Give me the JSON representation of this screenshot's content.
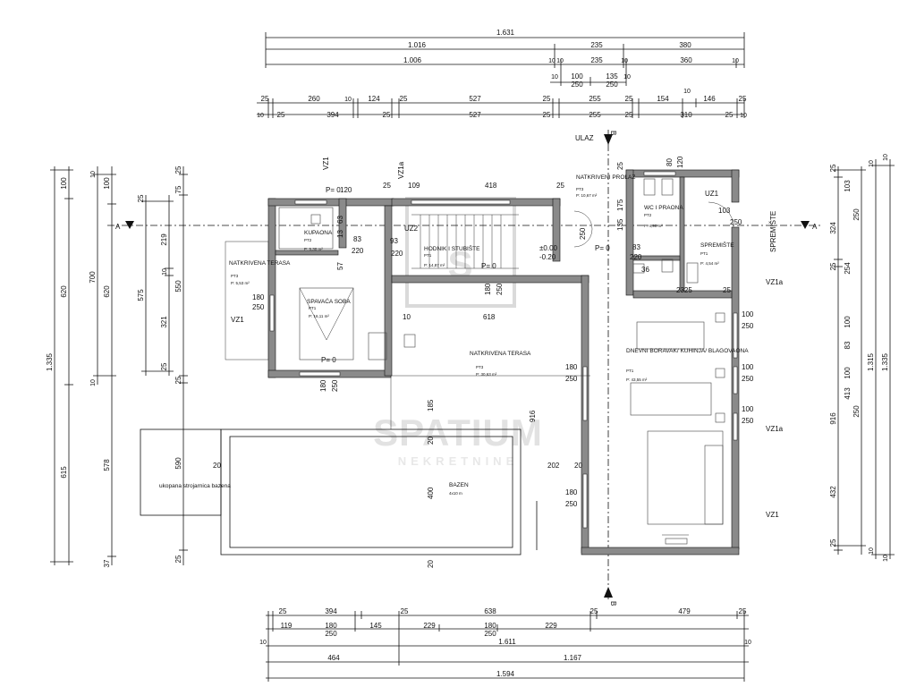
{
  "dimensions_top": {
    "row1": [
      "1.631"
    ],
    "row2": [
      "1.016",
      "235",
      "380"
    ],
    "row3": [
      "1.006",
      "10",
      "10",
      "235",
      "10",
      "360",
      "10"
    ],
    "row4": [
      "10",
      "100",
      "135",
      "10",
      "250",
      "250"
    ],
    "row5": [
      "25",
      "260",
      "10",
      "124",
      "25",
      "527",
      "25",
      "255",
      "25",
      "154",
      "10",
      "146",
      "25"
    ],
    "row6": [
      "10",
      "25",
      "394",
      "25",
      "527",
      "25",
      "255",
      "25",
      "310",
      "25",
      "10"
    ]
  },
  "dimensions_bottom": {
    "row1": [
      "25",
      "394",
      "25",
      "638",
      "25",
      "479",
      "25"
    ],
    "row2": [
      "119",
      "180",
      "145",
      "229",
      "180",
      "229"
    ],
    "row3": [
      "250",
      "250"
    ],
    "row4": [
      "10",
      "1.611",
      "10"
    ],
    "row5": [
      "464",
      "1.167"
    ],
    "row6": [
      "1.594"
    ]
  },
  "dimensions_left": {
    "outer": [
      "1.335"
    ],
    "col2": [
      "100",
      "620",
      "615"
    ],
    "col3": [
      "10",
      "700",
      "10"
    ],
    "col4": [
      "100",
      "620",
      "578",
      "37"
    ],
    "col5": [
      "25",
      "575"
    ],
    "col6": [
      "219",
      "10",
      "321",
      "25"
    ],
    "col7": [
      "25",
      "75",
      "550",
      "25",
      "590",
      "25"
    ]
  },
  "dimensions_right": {
    "col1": [
      "25",
      "324",
      "25",
      "916",
      "432",
      "25"
    ],
    "col2": [
      "103",
      "250",
      "254",
      "100",
      "83",
      "100",
      "413",
      "250"
    ],
    "col3": [
      "10",
      "1.315",
      "10"
    ],
    "col4": [
      "10",
      "1.335",
      "10"
    ]
  },
  "interior_dims": [
    "120",
    "25",
    "109",
    "418",
    "25",
    "83",
    "220",
    "93",
    "220",
    "83",
    "220",
    "80",
    "120",
    "36",
    "103",
    "250",
    "180",
    "250",
    "180",
    "250",
    "180",
    "250",
    "10",
    "618",
    "185",
    "20",
    "916",
    "20",
    "202",
    "20",
    "400",
    "20",
    "180",
    "250",
    "180",
    "250",
    "100",
    "250",
    "100",
    "250",
    "100",
    "250",
    "2325",
    "25",
    "175",
    "135",
    "250",
    "25",
    "63",
    "13",
    "57"
  ],
  "section_marks": {
    "a": "A",
    "b": "B"
  },
  "levels": {
    "entry_zero": "±0.00",
    "entry_down": "-0.20",
    "p0": "P= 0"
  },
  "labels": {
    "ulaz": "ULAZ",
    "spremiste_ext": "SPREMIŠTE",
    "vz1": "VZ1",
    "vz1a": "VZ1a",
    "uz1": "UZ1",
    "uz2": "UZ2"
  },
  "rooms": {
    "kupaona": {
      "name": "KUPAONA",
      "code": "PT2",
      "area": "P: 5,30 m²"
    },
    "spavaca": {
      "name": "SPAVAĆA SOBA",
      "code": "PT1",
      "area": "P: 16,11 m²"
    },
    "terasa_left": {
      "name": "NATKRIVENA TERASA",
      "code": "PT3",
      "area": "P: 5,53 m²"
    },
    "hodnik": {
      "name": "HODNIK I STUBIŠTE",
      "code": "PT1",
      "area": "P: 14,87 m²"
    },
    "prolaz": {
      "name": "NATKRIVENI PROLAZ",
      "code": "PT3",
      "area": "P: 10,67 m²"
    },
    "wc": {
      "name": "WC I PRAONA",
      "code": "PT2",
      "area": "P: 4,90 m²"
    },
    "spremiste": {
      "name": "SPREMIŠTE",
      "code": "PT1",
      "area": "P: 4,54 m²"
    },
    "terasa_center": {
      "name": "NATKRIVENA TERASA",
      "code": "PT3",
      "area": "P: 30,63 m²"
    },
    "dnevni": {
      "name": "DNEVNI BORAVAK/ KUHINJA/ BLAGOVAONA",
      "code": "PT1",
      "area": "P: 43,55 m²"
    },
    "bazen": {
      "name": "BAZEN",
      "size": "4x10 m"
    },
    "strojarnica": {
      "name": "ukopana strojarnica bazena"
    }
  },
  "watermark": {
    "main": "SPATIUM",
    "sub": "NEKRETNINE",
    "logo": "S"
  }
}
